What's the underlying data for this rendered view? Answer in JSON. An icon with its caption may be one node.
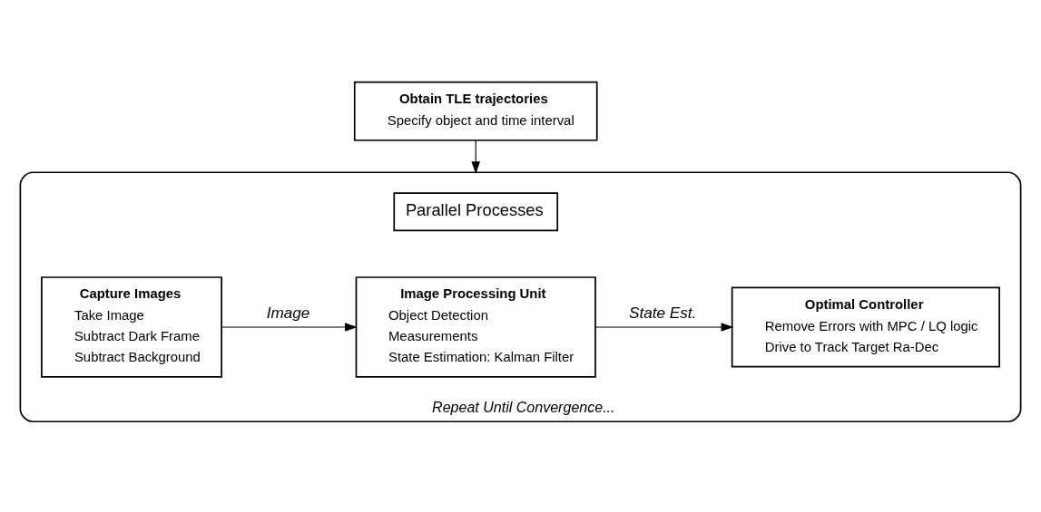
{
  "diagram": {
    "nodes": [
      {
        "text": [
          "Obtain TLE trajectories",
          "Specify object and time interval"
        ]
      },
      {
        "text": [
          "Repeat Until Convergence..."
        ]
      },
      {
        "text": [
          "Parallel Processes"
        ],
        "in": 1
      },
      {
        "text": [
          "Capture Images",
          "Take Image",
          "Subtract Dark Frame",
          "Subtract Background"
        ],
        "in": 1
      },
      {
        "text": [
          "Image Processing Unit",
          "Object Detection",
          "Measurements",
          "State Estimation: Kalman Filter"
        ],
        "in": 1
      },
      {
        "text": [
          "Optimal Controller",
          "Remove Errors with MPC / LQ logic",
          "Drive to Track Target Ra-Dec"
        ],
        "in": 1
      }
    ],
    "edges": [
      {
        "from": 0,
        "to": 1,
        "arrow": "to"
      },
      {
        "from": 3,
        "to": 4,
        "label": "Image",
        "arrow": "to"
      },
      {
        "from": 4,
        "to": 5,
        "label": "State Est.",
        "arrow": "to"
      }
    ]
  }
}
